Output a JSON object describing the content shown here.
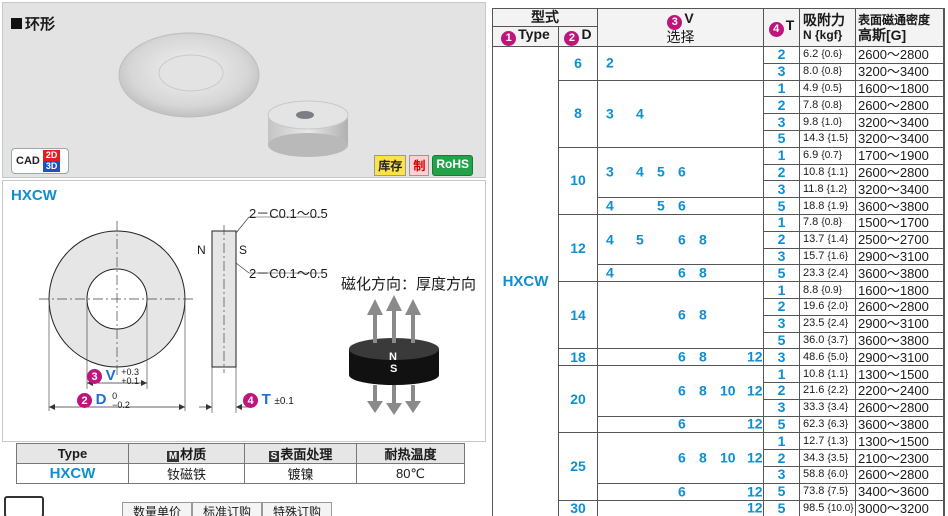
{
  "product": {
    "section_title": "环形",
    "cad_label": "CAD",
    "cad_2d": "2D",
    "cad_3d": "3D",
    "badge_stock": "库存",
    "badge_make": "制",
    "badge_rohs": "RoHS",
    "series": "HXCW"
  },
  "drawing": {
    "chamfer_top": "2－C0.1～0.5",
    "chamfer_bottom": "2－C0.1～0.5",
    "pole_n": "N",
    "pole_s": "S",
    "v_num": "3",
    "v_label": "V",
    "v_tol_upper": "+0.3",
    "v_tol_lower": "+0.1",
    "d_num": "2",
    "d_label": "D",
    "d_tol_upper": "0",
    "d_tol_lower": "−0.2",
    "t_num": "4",
    "t_label": "T",
    "t_tol": "±0.1",
    "magnet_dir": "磁化方向：厚度方向",
    "magnet_n": "N",
    "magnet_s": "S"
  },
  "spec_table": {
    "headers": [
      "Type",
      "材质",
      "表面处理",
      "耐热温度"
    ],
    "header_marks": [
      "",
      "M",
      "S",
      ""
    ],
    "row": [
      "HXCW",
      "钕磁铁",
      "镀镍",
      "80℃"
    ]
  },
  "bottom": {
    "tabs": [
      "数量单价",
      "标准订购",
      "特殊订购"
    ]
  },
  "main_table": {
    "header_type": "型式",
    "header_type_num": "1",
    "header_type_label": "Type",
    "header_d_num": "2",
    "header_d_label": "D",
    "header_v_num": "3",
    "header_v_label": "V",
    "header_v_sub": "选择",
    "header_t_num": "4",
    "header_t_label": "T",
    "header_n": "吸附力",
    "header_n_unit": "N {kgf}",
    "header_g": "表面磁通密度",
    "header_g_unit": "高斯[G]",
    "type_value": "HXCW",
    "groups": [
      {
        "d": "6",
        "vrows": [
          {
            "v": [
              "2"
            ],
            "span": 2
          }
        ],
        "rows": [
          {
            "t": "2",
            "n": "6.2",
            "kgf": "{0.6}",
            "g": "2600～2800"
          },
          {
            "t": "3",
            "n": "8.0",
            "kgf": "{0.8}",
            "g": "3200～3400"
          }
        ]
      },
      {
        "d": "8",
        "vrows": [
          {
            "v": [
              "3",
              "4"
            ],
            "span": 4
          }
        ],
        "rows": [
          {
            "t": "1",
            "n": "4.9",
            "kgf": "{0.5}",
            "g": "1600～1800"
          },
          {
            "t": "2",
            "n": "7.8",
            "kgf": "{0.8}",
            "g": "2600～2800"
          },
          {
            "t": "3",
            "n": "9.8",
            "kgf": "{1.0}",
            "g": "3200～3400"
          },
          {
            "t": "5",
            "n": "14.3",
            "kgf": "{1.5}",
            "g": "3200～3400"
          }
        ]
      },
      {
        "d": "10",
        "vrows": [
          {
            "v": [
              "3",
              "4",
              "5",
              "6"
            ],
            "span": 3
          },
          {
            "v": [
              "4",
              "",
              "5",
              "6"
            ],
            "span": 1
          }
        ],
        "rows": [
          {
            "t": "1",
            "n": "6.9",
            "kgf": "{0.7}",
            "g": "1700～1900"
          },
          {
            "t": "2",
            "n": "10.8",
            "kgf": "{1.1}",
            "g": "2600～2800"
          },
          {
            "t": "3",
            "n": "11.8",
            "kgf": "{1.2}",
            "g": "3200～3400"
          },
          {
            "t": "5",
            "n": "18.8",
            "kgf": "{1.9}",
            "g": "3600～3800"
          }
        ]
      },
      {
        "d": "12",
        "vrows": [
          {
            "v": [
              "4",
              "5",
              "",
              "6",
              "8"
            ],
            "span": 3
          },
          {
            "v": [
              "4",
              "",
              "",
              "6",
              "8"
            ],
            "span": 1
          }
        ],
        "rows": [
          {
            "t": "1",
            "n": "7.8",
            "kgf": "{0.8}",
            "g": "1500～1700"
          },
          {
            "t": "2",
            "n": "13.7",
            "kgf": "{1.4}",
            "g": "2500～2700"
          },
          {
            "t": "3",
            "n": "15.7",
            "kgf": "{1.6}",
            "g": "2900～3100"
          },
          {
            "t": "5",
            "n": "23.3",
            "kgf": "{2.4}",
            "g": "3600～3800"
          }
        ]
      },
      {
        "d": "14",
        "vrows": [
          {
            "v": [
              "",
              "",
              "",
              "6",
              "8"
            ],
            "span": 4
          }
        ],
        "rows": [
          {
            "t": "1",
            "n": "8.8",
            "kgf": "{0.9}",
            "g": "1600～1800"
          },
          {
            "t": "2",
            "n": "19.6",
            "kgf": "{2.0}",
            "g": "2600～2800"
          },
          {
            "t": "3",
            "n": "23.5",
            "kgf": "{2.4}",
            "g": "2900～3100"
          },
          {
            "t": "5",
            "n": "36.0",
            "kgf": "{3.7}",
            "g": "3600～3800"
          }
        ]
      },
      {
        "d": "18",
        "vrows": [
          {
            "v": [
              "",
              "",
              "",
              "6",
              "8",
              "",
              "12"
            ],
            "span": 1
          }
        ],
        "rows": [
          {
            "t": "3",
            "n": "48.6",
            "kgf": "{5.0}",
            "g": "2900～3100"
          }
        ]
      },
      {
        "d": "20",
        "vrows": [
          {
            "v": [
              "",
              "",
              "",
              "6",
              "8",
              "10",
              "12"
            ],
            "span": 3
          },
          {
            "v": [
              "",
              "",
              "",
              "6",
              "",
              "",
              "12"
            ],
            "span": 1
          }
        ],
        "rows": [
          {
            "t": "1",
            "n": "10.8",
            "kgf": "{1.1}",
            "g": "1300～1500"
          },
          {
            "t": "2",
            "n": "21.6",
            "kgf": "{2.2}",
            "g": "2200～2400"
          },
          {
            "t": "3",
            "n": "33.3",
            "kgf": "{3.4}",
            "g": "2600～2800"
          },
          {
            "t": "5",
            "n": "62.3",
            "kgf": "{6.3}",
            "g": "3600～3800"
          }
        ]
      },
      {
        "d": "25",
        "vrows": [
          {
            "v": [
              "",
              "",
              "",
              "6",
              "8",
              "10",
              "12"
            ],
            "span": 3
          },
          {
            "v": [
              "",
              "",
              "",
              "6",
              "",
              "",
              "12"
            ],
            "span": 1
          }
        ],
        "rows": [
          {
            "t": "1",
            "n": "12.7",
            "kgf": "{1.3}",
            "g": "1300～1500"
          },
          {
            "t": "2",
            "n": "34.3",
            "kgf": "{3.5}",
            "g": "2100～2300"
          },
          {
            "t": "3",
            "n": "58.8",
            "kgf": "{6.0}",
            "g": "2600～2800"
          },
          {
            "t": "5",
            "n": "73.8",
            "kgf": "{7.5}",
            "g": "3400～3600"
          }
        ]
      },
      {
        "d": "30",
        "vrows": [
          {
            "v": [
              "",
              "",
              "",
              "",
              "",
              "",
              "12"
            ],
            "span": 1
          }
        ],
        "rows": [
          {
            "t": "5",
            "n": "98.5",
            "kgf": "{10.0}",
            "g": "3000～3200"
          }
        ]
      }
    ]
  }
}
